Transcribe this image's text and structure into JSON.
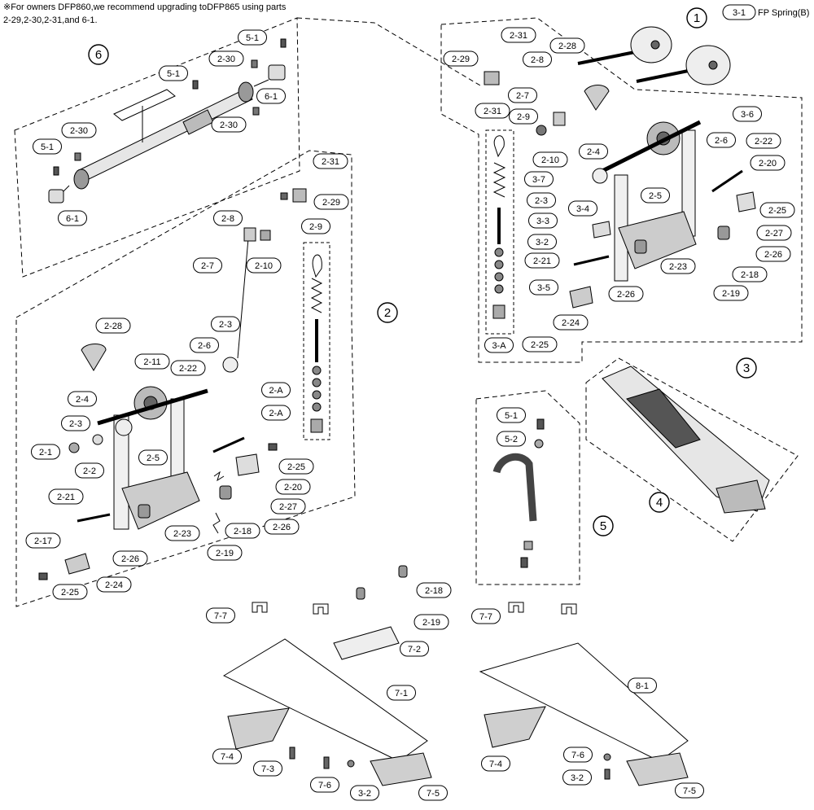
{
  "note": {
    "line1": "※For owners DFP860,we recommend upgrading toDFP865 using parts",
    "line2": "2-29,2-30,2-31,and 6-1."
  },
  "header": {
    "callout": "3-1",
    "caption": "FP Spring(B)"
  },
  "groups": {
    "g1": "1",
    "g2": "2",
    "g3": "3",
    "g4": "4",
    "g5": "5",
    "g6": "6"
  },
  "labels": [
    {
      "id": "l1",
      "text": "5-1"
    },
    {
      "id": "l2",
      "text": "2-30"
    },
    {
      "id": "l3",
      "text": "5-1"
    },
    {
      "id": "l4",
      "text": "6-1"
    },
    {
      "id": "l5",
      "text": "2-30"
    },
    {
      "id": "l6",
      "text": "2-30"
    },
    {
      "id": "l7",
      "text": "5-1"
    },
    {
      "id": "l8",
      "text": "6-1"
    },
    {
      "id": "l9",
      "text": "2-31"
    },
    {
      "id": "l10",
      "text": "2-29"
    },
    {
      "id": "l11",
      "text": "2-8"
    },
    {
      "id": "l12",
      "text": "2-9"
    },
    {
      "id": "l13",
      "text": "2-7"
    },
    {
      "id": "l14",
      "text": "2-10"
    },
    {
      "id": "l15",
      "text": "2-28"
    },
    {
      "id": "l16",
      "text": "2-3"
    },
    {
      "id": "l17",
      "text": "2-11"
    },
    {
      "id": "l18",
      "text": "2-6"
    },
    {
      "id": "l19",
      "text": "2-22"
    },
    {
      "id": "l20",
      "text": "2-4"
    },
    {
      "id": "l21",
      "text": "2-3"
    },
    {
      "id": "l22",
      "text": "2-1"
    },
    {
      "id": "l23",
      "text": "2-2"
    },
    {
      "id": "l24",
      "text": "2-5"
    },
    {
      "id": "l25",
      "text": "2-A"
    },
    {
      "id": "l26",
      "text": "2-A"
    },
    {
      "id": "l27",
      "text": "2-25"
    },
    {
      "id": "l28",
      "text": "2-20"
    },
    {
      "id": "l29",
      "text": "2-27"
    },
    {
      "id": "l30",
      "text": "2-21"
    },
    {
      "id": "l31",
      "text": "2-17"
    },
    {
      "id": "l32",
      "text": "2-23"
    },
    {
      "id": "l33",
      "text": "2-18"
    },
    {
      "id": "l34",
      "text": "2-26"
    },
    {
      "id": "l35",
      "text": "2-19"
    },
    {
      "id": "l36",
      "text": "2-26"
    },
    {
      "id": "l37",
      "text": "2-25"
    },
    {
      "id": "l38",
      "text": "2-24"
    },
    {
      "id": "l39",
      "text": "2-31"
    },
    {
      "id": "l40",
      "text": "2-29"
    },
    {
      "id": "l41",
      "text": "2-8"
    },
    {
      "id": "l42",
      "text": "2-28"
    },
    {
      "id": "l43",
      "text": "2-7"
    },
    {
      "id": "l44",
      "text": "2-31"
    },
    {
      "id": "l45",
      "text": "2-9"
    },
    {
      "id": "l46",
      "text": "2-10"
    },
    {
      "id": "l47",
      "text": "3-6"
    },
    {
      "id": "l48",
      "text": "2-4"
    },
    {
      "id": "l49",
      "text": "2-6"
    },
    {
      "id": "l50",
      "text": "2-22"
    },
    {
      "id": "l51",
      "text": "3-7"
    },
    {
      "id": "l52",
      "text": "2-20"
    },
    {
      "id": "l53",
      "text": "2-3"
    },
    {
      "id": "l54",
      "text": "2-5"
    },
    {
      "id": "l55",
      "text": "3-4"
    },
    {
      "id": "l56",
      "text": "2-25"
    },
    {
      "id": "l57",
      "text": "3-3"
    },
    {
      "id": "l58",
      "text": "2-27"
    },
    {
      "id": "l59",
      "text": "3-2"
    },
    {
      "id": "l60",
      "text": "2-26"
    },
    {
      "id": "l61",
      "text": "2-21"
    },
    {
      "id": "l62",
      "text": "2-23"
    },
    {
      "id": "l63",
      "text": "2-18"
    },
    {
      "id": "l64",
      "text": "3-5"
    },
    {
      "id": "l65",
      "text": "2-19"
    },
    {
      "id": "l66",
      "text": "2-26"
    },
    {
      "id": "l67",
      "text": "2-24"
    },
    {
      "id": "l68",
      "text": "3-A"
    },
    {
      "id": "l69",
      "text": "2-25"
    },
    {
      "id": "l70",
      "text": "5-1"
    },
    {
      "id": "l71",
      "text": "5-2"
    },
    {
      "id": "l72",
      "text": "7-7"
    },
    {
      "id": "l73",
      "text": "2-18"
    },
    {
      "id": "l74",
      "text": "2-19"
    },
    {
      "id": "l75",
      "text": "7-2"
    },
    {
      "id": "l76",
      "text": "7-1"
    },
    {
      "id": "l77",
      "text": "7-4"
    },
    {
      "id": "l78",
      "text": "7-3"
    },
    {
      "id": "l79",
      "text": "7-6"
    },
    {
      "id": "l80",
      "text": "3-2"
    },
    {
      "id": "l81",
      "text": "7-5"
    },
    {
      "id": "l82",
      "text": "7-7"
    },
    {
      "id": "l83",
      "text": "8-1"
    },
    {
      "id": "l84",
      "text": "7-4"
    },
    {
      "id": "l85",
      "text": "7-6"
    },
    {
      "id": "l86",
      "text": "3-2"
    },
    {
      "id": "l87",
      "text": "7-5"
    }
  ],
  "colors": {
    "ink": "#000000",
    "paper": "#ffffff",
    "metal": "#d8d8d8",
    "dark": "#333333"
  }
}
